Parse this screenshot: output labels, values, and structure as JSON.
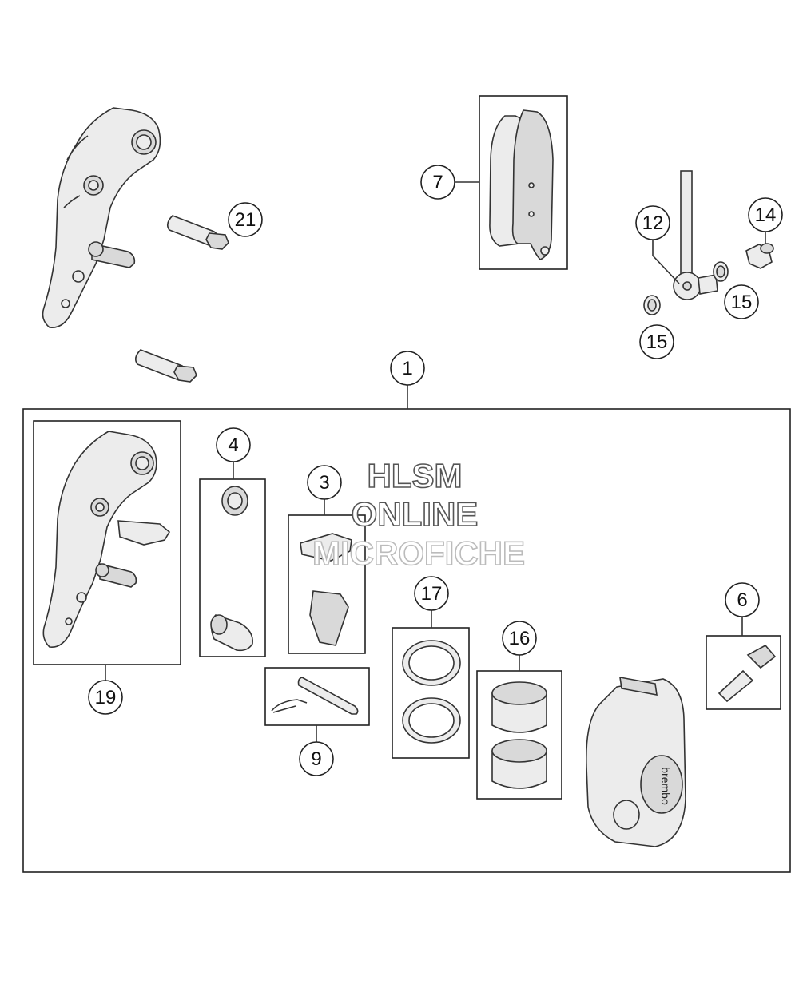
{
  "callouts": {
    "c1": "1",
    "c3": "3",
    "c4": "4",
    "c6": "6",
    "c7": "7",
    "c9": "9",
    "c12": "12",
    "c14": "14",
    "c15a": "15",
    "c15b": "15",
    "c16": "16",
    "c17": "17",
    "c19": "19",
    "c21": "21"
  },
  "watermark": {
    "line1": "HLSM",
    "line2": "ONLINE",
    "line3": "MICROFICHE"
  },
  "brand_mark": "brembo",
  "colors": {
    "line": "#333333",
    "part_fill": "#ececec",
    "background": "#ffffff"
  }
}
